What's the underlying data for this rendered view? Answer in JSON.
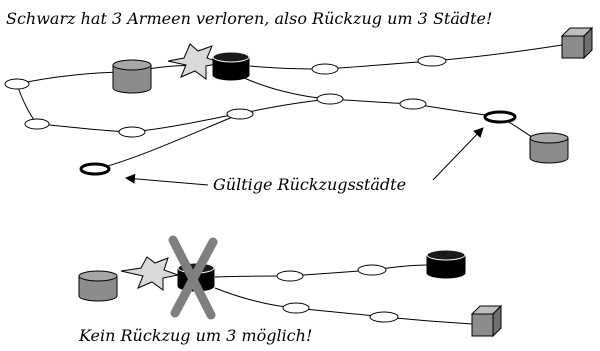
{
  "captions": {
    "top": "Schwarz hat 3 Armeen verloren, also Rückzug um 3 Städte!",
    "valid_retreat": "Gültige Rückzugsstädte",
    "bottom": "Kein Rückzug um 3 möglich!"
  },
  "colors": {
    "black_army": "#000000",
    "grey_army": "#8c8c8c",
    "grey_army_top": "#a6a6a6",
    "city_fill": "#ffffff",
    "line": "#000000",
    "battle_star": "#d9d9d9",
    "cross": "#7f7f7f"
  },
  "icons": [
    "battle-star-icon",
    "black-army-icon",
    "grey-army-icon",
    "grey-fortress-icon",
    "cross-icon",
    "arrow-icon"
  ]
}
